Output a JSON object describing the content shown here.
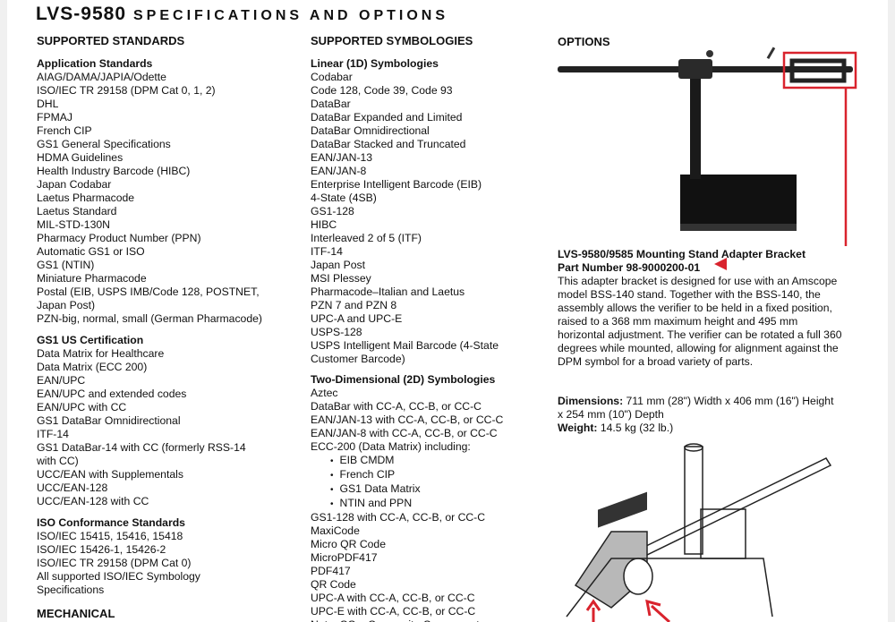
{
  "header": {
    "model": "LVS-9580",
    "title": "SPECIFICATIONS AND OPTIONS"
  },
  "supported_standards": {
    "heading": "SUPPORTED STANDARDS",
    "app_heading": "Application Standards",
    "app_items": [
      "AIAG/DAMA/JAPIA/Odette",
      "ISO/IEC TR 29158 (DPM Cat 0, 1, 2)",
      "DHL",
      "FPMAJ",
      "French CIP",
      "GS1 General Specifications",
      "HDMA Guidelines",
      "Health Industry Barcode (HIBC)",
      "Japan Codabar",
      "Laetus Pharmacode",
      "Laetus Standard",
      "MIL-STD-130N",
      "Pharmacy Product Number (PPN)",
      "Automatic GS1 or ISO",
      "GS1 (NTIN)",
      "Miniature Pharmacode",
      "Postal (EIB, USPS IMB/Code 128, POSTNET,",
      "Japan Post)",
      "PZN-big, normal, small (German Pharmacode)"
    ],
    "gs1_heading": "GS1 US Certification",
    "gs1_items": [
      "Data Matrix for Healthcare",
      "Data Matrix (ECC 200)",
      "EAN/UPC",
      "EAN/UPC and extended codes",
      "EAN/UPC with CC",
      "GS1 DataBar Omnidirectional",
      "ITF-14",
      "GS1 DataBar-14 with CC (formerly RSS-14",
      "with CC)",
      "UCC/EAN with Supplementals",
      "UCC/EAN-128",
      "UCC/EAN-128 with CC"
    ],
    "iso_heading": "ISO Conformance Standards",
    "iso_items": [
      "ISO/IEC 15415, 15416, 15418",
      "ISO/IEC 15426-1, 15426-2",
      "ISO/IEC TR 29158 (DPM Cat 0)",
      "All supported ISO/IEC Symbology",
      "Specifications"
    ],
    "mechanical": "MECHANICAL"
  },
  "supported_symbologies": {
    "heading": "SUPPORTED SYMBOLOGIES",
    "linear_heading": "Linear (1D) Symbologies",
    "linear_items": [
      "Codabar",
      "Code 128, Code 39, Code 93",
      "DataBar",
      "DataBar Expanded and Limited",
      "DataBar Omnidirectional",
      "DataBar Stacked and Truncated",
      "EAN/JAN-13",
      "EAN/JAN-8",
      "Enterprise Intelligent Barcode (EIB)",
      "4-State (4SB)",
      "GS1-128",
      "HIBC",
      "Interleaved 2 of 5 (ITF)",
      "ITF-14",
      "Japan Post",
      "MSI Plessey",
      "Pharmacode–Italian and Laetus",
      "PZN 7 and PZN 8",
      "UPC-A and UPC-E",
      "USPS-128",
      "USPS Intelligent Mail Barcode (4-State",
      "Customer Barcode)"
    ],
    "twod_heading": "Two-Dimensional (2D) Symbologies",
    "twod_items_a": [
      "Aztec",
      "DataBar with CC-A, CC-B, or CC-C",
      "EAN/JAN-13 with CC-A, CC-B, or CC-C",
      "EAN/JAN-8 with CC-A, CC-B, or CC-C",
      "ECC-200 (Data Matrix) including:"
    ],
    "twod_bullets": [
      "EIB CMDM",
      "French CIP",
      "GS1 Data Matrix",
      "NTIN and PPN"
    ],
    "twod_items_b": [
      "GS1-128 with CC-A, CC-B, or CC-C",
      "MaxiCode",
      "Micro QR Code",
      "MicroPDF417",
      "PDF417",
      "QR Code",
      "UPC-A with CC-A, CC-B, or CC-C",
      "UPC-E with CC-A, CC-B, or CC-C",
      "Note: CC = Composite Components"
    ]
  },
  "options": {
    "heading": "OPTIONS",
    "product_name": "LVS-9580/9585 Mounting Stand Adapter Bracket",
    "part_number": "Part Number 98-9000200-01",
    "description": "This adapter bracket is designed for use with an Amscope model BSS-140 stand. Together with the BSS-140, the assembly allows the verifier to be held in a fixed position, raised to a 368 mm maximum height and 495 mm horizontal adjustment. The verifier can be rotated a full 360 degrees while mounted, allowing for alignment against the DPM symbol for a broad variety of parts.",
    "dimensions_label": "Dimensions:",
    "dimensions_value": "711 mm (28\") Width x 406 mm (16\") Height x 254 mm (10\") Depth",
    "weight_label": "Weight:",
    "weight_value": "14.5 kg (32 lb.)"
  },
  "colors": {
    "highlight": "#d9232d"
  }
}
